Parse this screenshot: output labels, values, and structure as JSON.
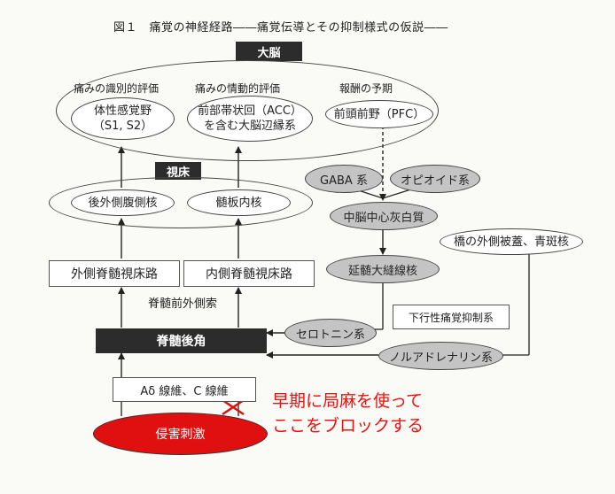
{
  "title": "図１　痛覚の神経経路――痛覚伝導とその抑制様式の仮説――",
  "cerebrum": {
    "label": "大脳",
    "categories": [
      "痛みの識別的評価",
      "痛みの情動的評価",
      "報酬の予期"
    ],
    "somatosensory": [
      "体性感覚野",
      "（S1, S2）"
    ],
    "acc": [
      "前部帯状回（ACC）",
      "を含む大脳辺縁系"
    ],
    "pfc": "前頭前野（PFC）"
  },
  "thalamus": {
    "label": "視床",
    "vpl": "後外側腹側核",
    "intralaminar": "髄板内核"
  },
  "modulators": {
    "gaba": "GABA 系",
    "opioid": "オピオイド系",
    "pag": "中脳中心灰白質",
    "raphe": "延髄大縫線核",
    "pons": "橋の外側被蓋、青斑核",
    "descending": "下行性痛覚抑制系",
    "serotonin": "セロトニン系",
    "noradrenaline": "ノルアドレナリン系"
  },
  "spinal": {
    "lateral_tract": "外側脊髄視床路",
    "medial_tract": "内側脊髄視床路",
    "anterolateral": "脊髄前外側索",
    "dorsal_horn": "脊髄後角",
    "fibers": "Aδ 線維、C 線維"
  },
  "stimulus": "侵害刺激",
  "annotation": [
    "早期に局麻を使って",
    "ここをブロックする"
  ],
  "colors": {
    "annotation": "#ee1111",
    "stimulus": "#e01010",
    "dark_box": "#2c2c2c",
    "grey_oval": "#c4c4c4"
  }
}
